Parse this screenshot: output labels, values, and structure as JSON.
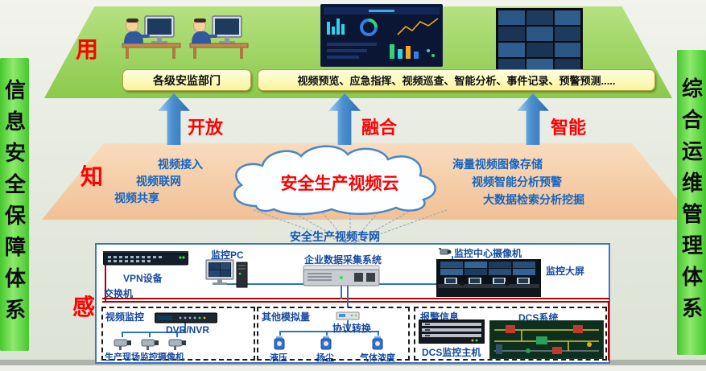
{
  "sidebar_left": {
    "text": "信息安全保障体系"
  },
  "sidebar_right": {
    "text": "综合运维管理体系"
  },
  "top_layer": {
    "tag": "用",
    "dept_label": "各级安监部门",
    "functions_label": "视频预览、应急指挥、视频巡查、智能分析、事件记录、预警预测....."
  },
  "arrows": [
    {
      "label": "开放"
    },
    {
      "label": "融合"
    },
    {
      "label": "智能"
    }
  ],
  "middle_layer": {
    "tag": "知",
    "left_items": [
      "视频接入",
      "视频联网",
      "视频共享"
    ],
    "cloud_title": "安全生产视频云",
    "right_items": [
      "海量视频图像存储",
      "视频智能分析预警",
      "大数据检索分析挖掘"
    ]
  },
  "network_label": "安全生产视频专网",
  "bottom_layer": {
    "tag": "感",
    "vpn_label": "VPN设备",
    "switch_label": "交换机",
    "pc_label": "监控PC",
    "daq_label": "企业数据采集系统",
    "center_camera_label": "监控中心摄像机",
    "big_screen_label": "监控大屏",
    "video_group": {
      "title": "视频监控",
      "dvr_label": "DVR/NVR",
      "cameras_label": "生产现场监控摄像机"
    },
    "analog_group": {
      "title": "其他模拟量",
      "converter_label": "协议转换",
      "sensors": [
        "液压",
        "扬尘",
        "气体浓度"
      ]
    },
    "alarm_group": {
      "title": "报警信息",
      "host_label": "DCS监控主机",
      "dcs_label": "DCS系统"
    }
  },
  "colors": {
    "accent_red": "#ff0000",
    "text_blue": "#1565c0",
    "sidebar_green": "#54d13b",
    "platform_green": "#8bc94c",
    "platform_salmon": "#f2c096",
    "arrow_blue": "#4b8fd0",
    "bus_red": "#b00000",
    "panel_border": "#4472c4",
    "box_yellow": "#fcf39f"
  }
}
